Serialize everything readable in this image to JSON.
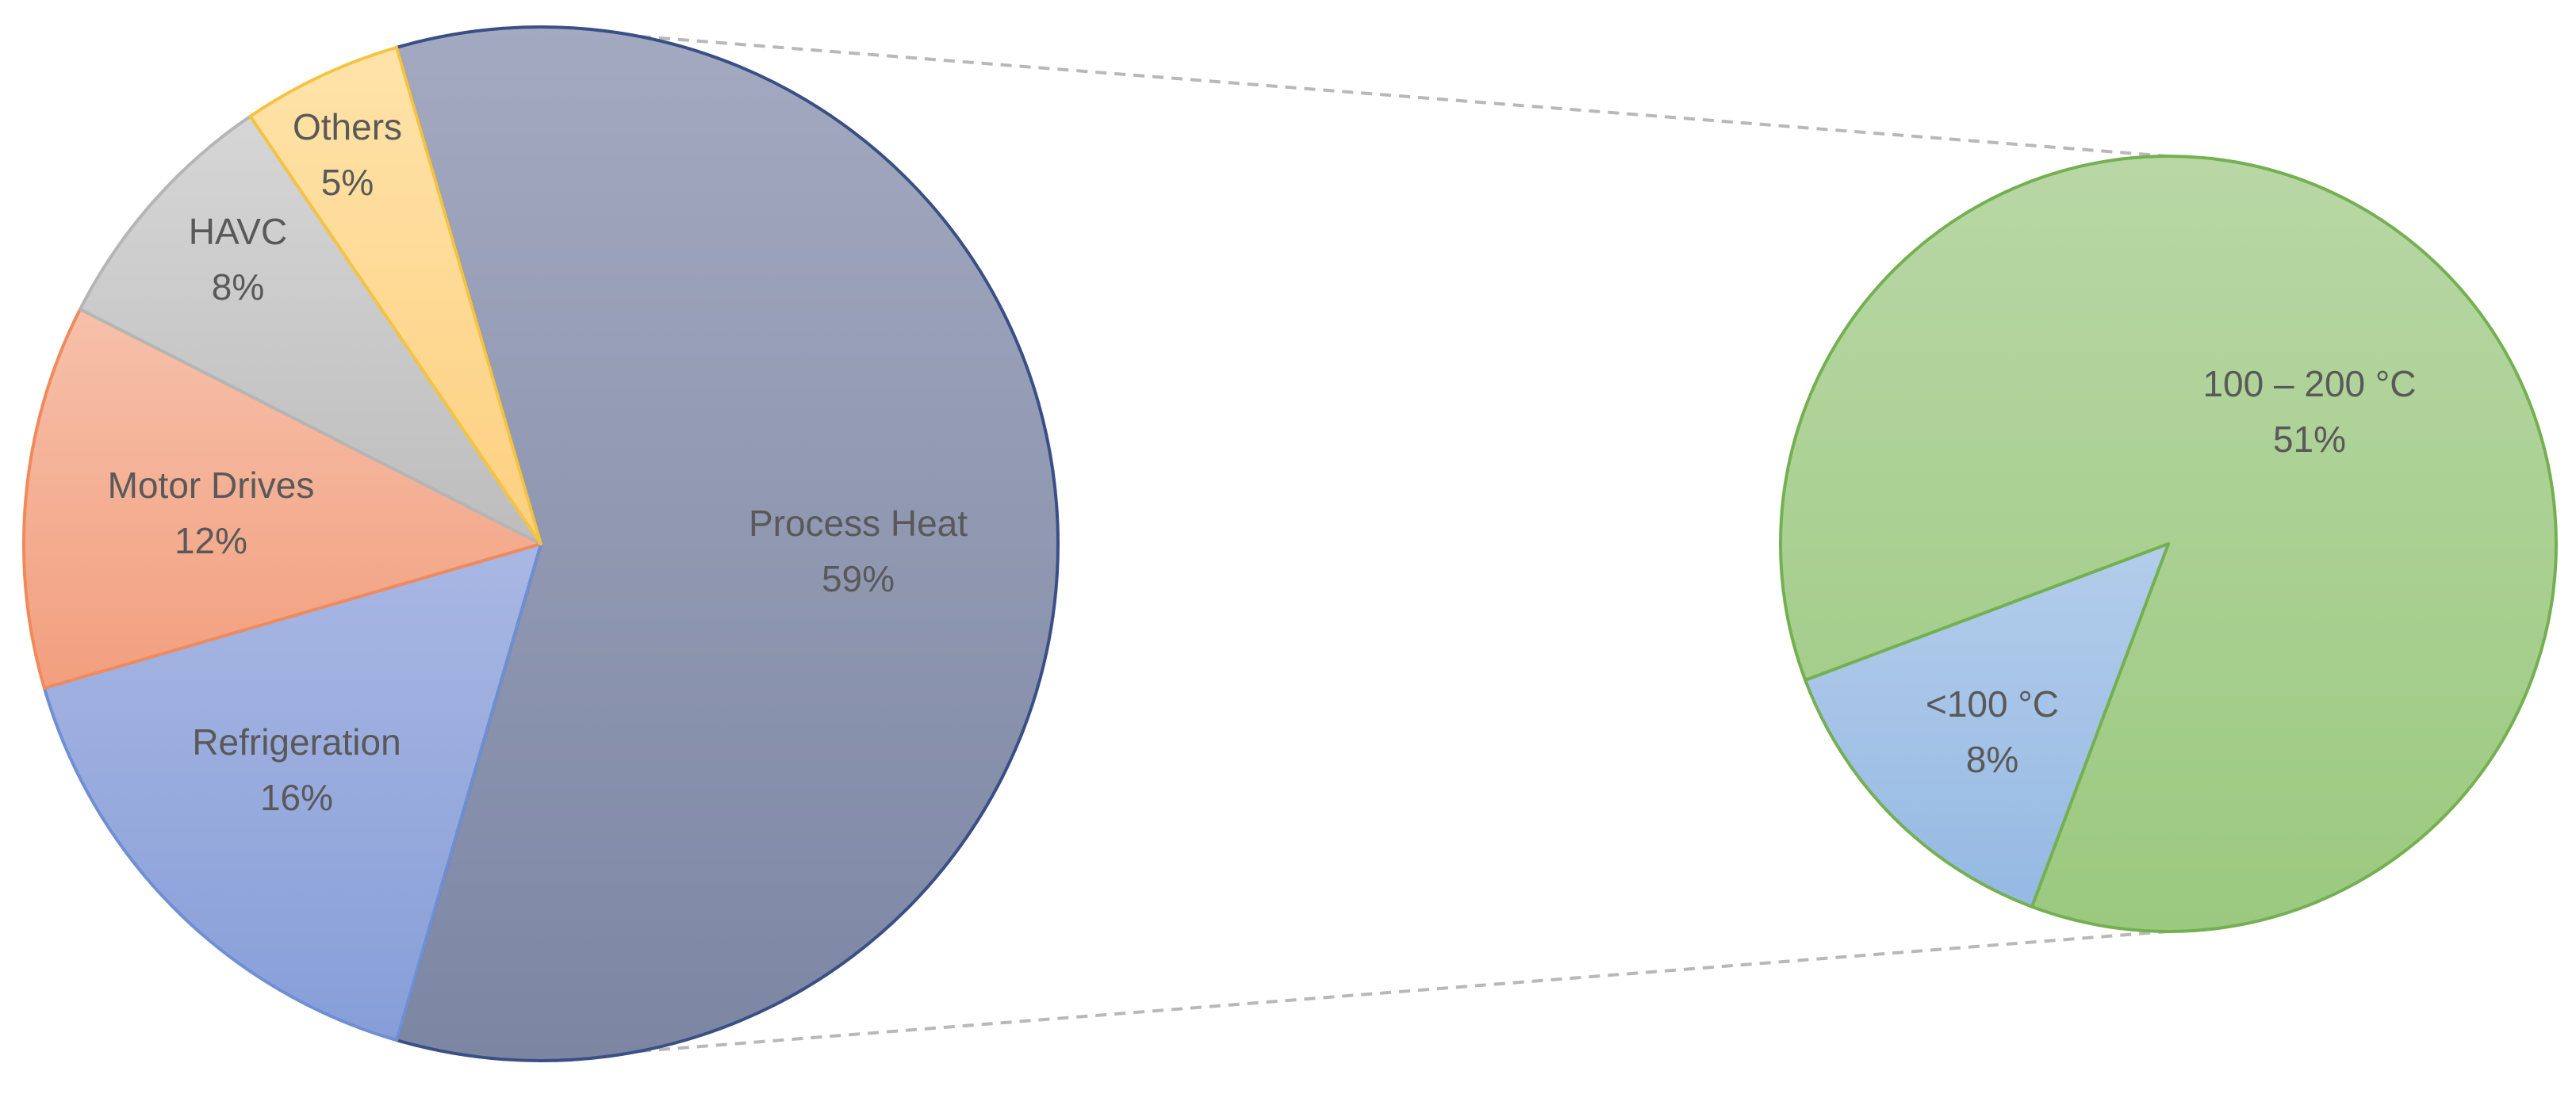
{
  "chart_data": {
    "type": "pie",
    "subtype": "pie-of-pie",
    "main_pie": {
      "slices": [
        {
          "label": "Process Heat",
          "value": 59,
          "value_label": "59%",
          "color": "#8890aa"
        },
        {
          "label": "Refrigeration",
          "value": 16,
          "value_label": "16%",
          "color": "#97a8da"
        },
        {
          "label": "Motor Drives",
          "value": 12,
          "value_label": "12%",
          "color": "#f3ab8f"
        },
        {
          "label": "HAVC",
          "value": 8,
          "value_label": "8%",
          "color": "#c8c8c8"
        },
        {
          "label": "Others",
          "value": 5,
          "value_label": "5%",
          "color": "#fed68b"
        }
      ]
    },
    "secondary_pie": {
      "breakdown_of": "Process Heat",
      "slices": [
        {
          "label": "100 – 200 °C",
          "value": 51,
          "value_label": "51%",
          "color": "#a6cc8e"
        },
        {
          "label": "<100 °C",
          "value": 8,
          "value_label": "8%",
          "color": "#a6c3e6"
        }
      ]
    },
    "connector_style": "dashed"
  }
}
